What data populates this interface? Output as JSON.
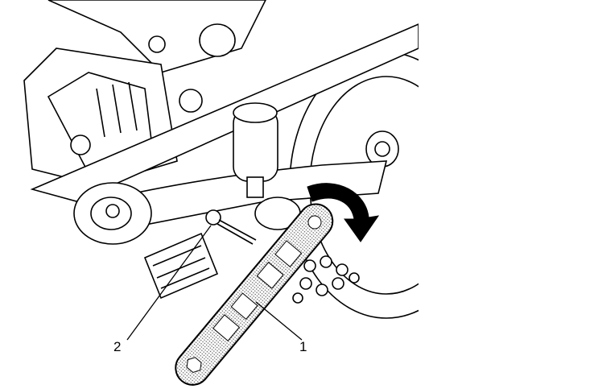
{
  "diagram": {
    "callouts": [
      {
        "id": "1",
        "label": "1"
      },
      {
        "id": "2",
        "label": "2"
      }
    ],
    "colors": {
      "line": "#000000",
      "background": "#ffffff",
      "tool_fill": "#bdbdbd"
    }
  }
}
